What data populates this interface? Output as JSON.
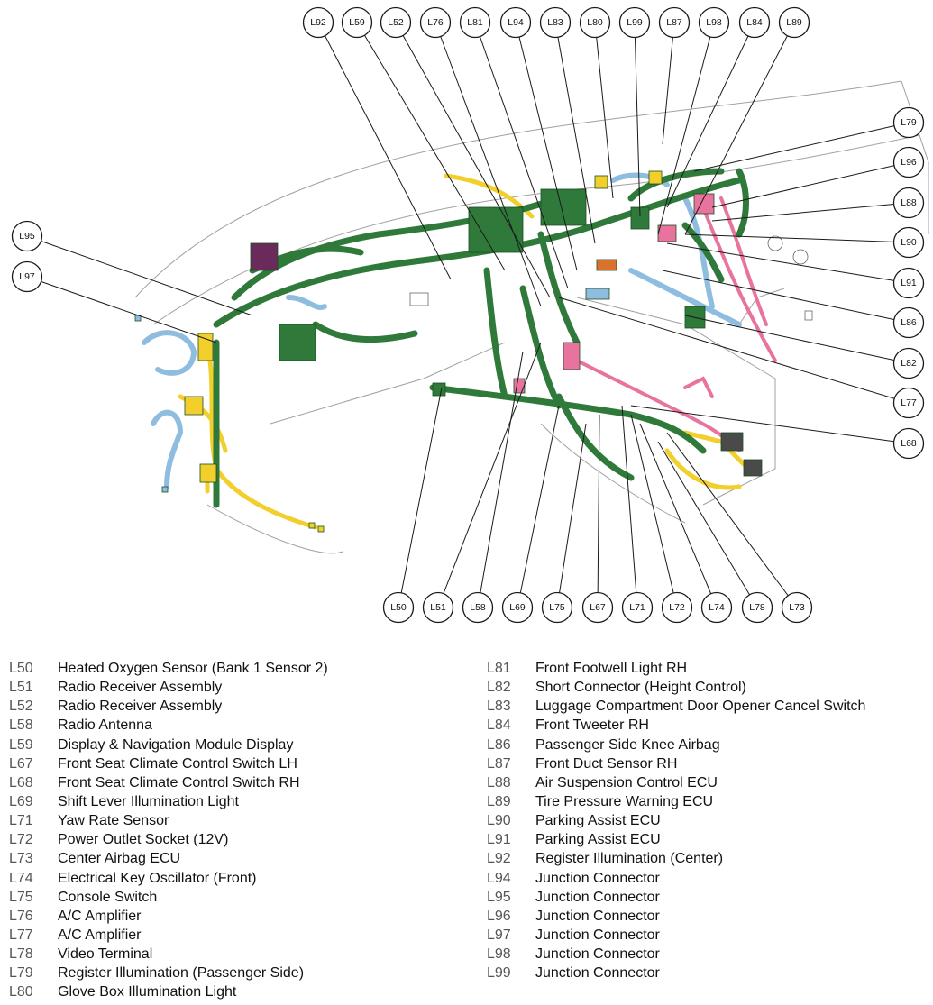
{
  "colors": {
    "harness_green": "#2f7a3a",
    "harness_yellow": "#f2cf2a",
    "harness_blue": "#8fbde0",
    "harness_pink": "#e8739e",
    "connector_purple": "#6b2b5a",
    "connector_orange": "#d9722b",
    "outline": "#9a9a9a"
  },
  "callouts": {
    "top": [
      "L92",
      "L59",
      "L52",
      "L76",
      "L81",
      "L94",
      "L83",
      "L80",
      "L99",
      "L87",
      "L98",
      "L84",
      "L89"
    ],
    "right": [
      "L79",
      "L96",
      "L88",
      "L90",
      "L91",
      "L86",
      "L82",
      "L77",
      "L68"
    ],
    "left": [
      "L95",
      "L97"
    ],
    "bottom": [
      "L50",
      "L51",
      "L58",
      "L69",
      "L75",
      "L67",
      "L71",
      "L72",
      "L74",
      "L78",
      "L73"
    ]
  },
  "legend": {
    "left": [
      {
        "code": "L50",
        "name": "Heated Oxygen Sensor (Bank 1 Sensor 2)"
      },
      {
        "code": "L51",
        "name": "Radio Receiver Assembly"
      },
      {
        "code": "L52",
        "name": "Radio Receiver Assembly"
      },
      {
        "code": "L58",
        "name": "Radio Antenna"
      },
      {
        "code": "L59",
        "name": "Display & Navigation Module Display"
      },
      {
        "code": "L67",
        "name": "Front Seat Climate Control Switch LH"
      },
      {
        "code": "L68",
        "name": "Front Seat Climate Control Switch RH"
      },
      {
        "code": "L69",
        "name": "Shift Lever Illumination Light"
      },
      {
        "code": "L71",
        "name": "Yaw Rate Sensor"
      },
      {
        "code": "L72",
        "name": "Power Outlet Socket (12V)"
      },
      {
        "code": "L73",
        "name": "Center Airbag ECU"
      },
      {
        "code": "L74",
        "name": "Electrical Key Oscillator (Front)"
      },
      {
        "code": "L75",
        "name": "Console Switch"
      },
      {
        "code": "L76",
        "name": "A/C Amplifier"
      },
      {
        "code": "L77",
        "name": "A/C Amplifier"
      },
      {
        "code": "L78",
        "name": "Video Terminal"
      },
      {
        "code": "L79",
        "name": "Register Illumination (Passenger Side)"
      },
      {
        "code": "L80",
        "name": "Glove Box Illumination Light"
      }
    ],
    "right": [
      {
        "code": "L81",
        "name": "Front Footwell Light RH"
      },
      {
        "code": "L82",
        "name": "Short Connector (Height Control)"
      },
      {
        "code": "L83",
        "name": "Luggage Compartment Door Opener Cancel Switch"
      },
      {
        "code": "L84",
        "name": "Front Tweeter RH"
      },
      {
        "code": "L86",
        "name": "Passenger Side Knee Airbag"
      },
      {
        "code": "L87",
        "name": "Front Duct Sensor RH"
      },
      {
        "code": "L88",
        "name": "Air Suspension Control ECU"
      },
      {
        "code": "L89",
        "name": "Tire Pressure Warning ECU"
      },
      {
        "code": "L90",
        "name": "Parking Assist ECU"
      },
      {
        "code": "L91",
        "name": "Parking Assist ECU"
      },
      {
        "code": "L92",
        "name": "Register Illumination (Center)"
      },
      {
        "code": "L94",
        "name": "Junction Connector"
      },
      {
        "code": "L95",
        "name": "Junction Connector"
      },
      {
        "code": "L96",
        "name": "Junction Connector"
      },
      {
        "code": "L97",
        "name": "Junction Connector"
      },
      {
        "code": "L98",
        "name": "Junction Connector"
      },
      {
        "code": "L99",
        "name": "Junction Connector"
      }
    ]
  }
}
